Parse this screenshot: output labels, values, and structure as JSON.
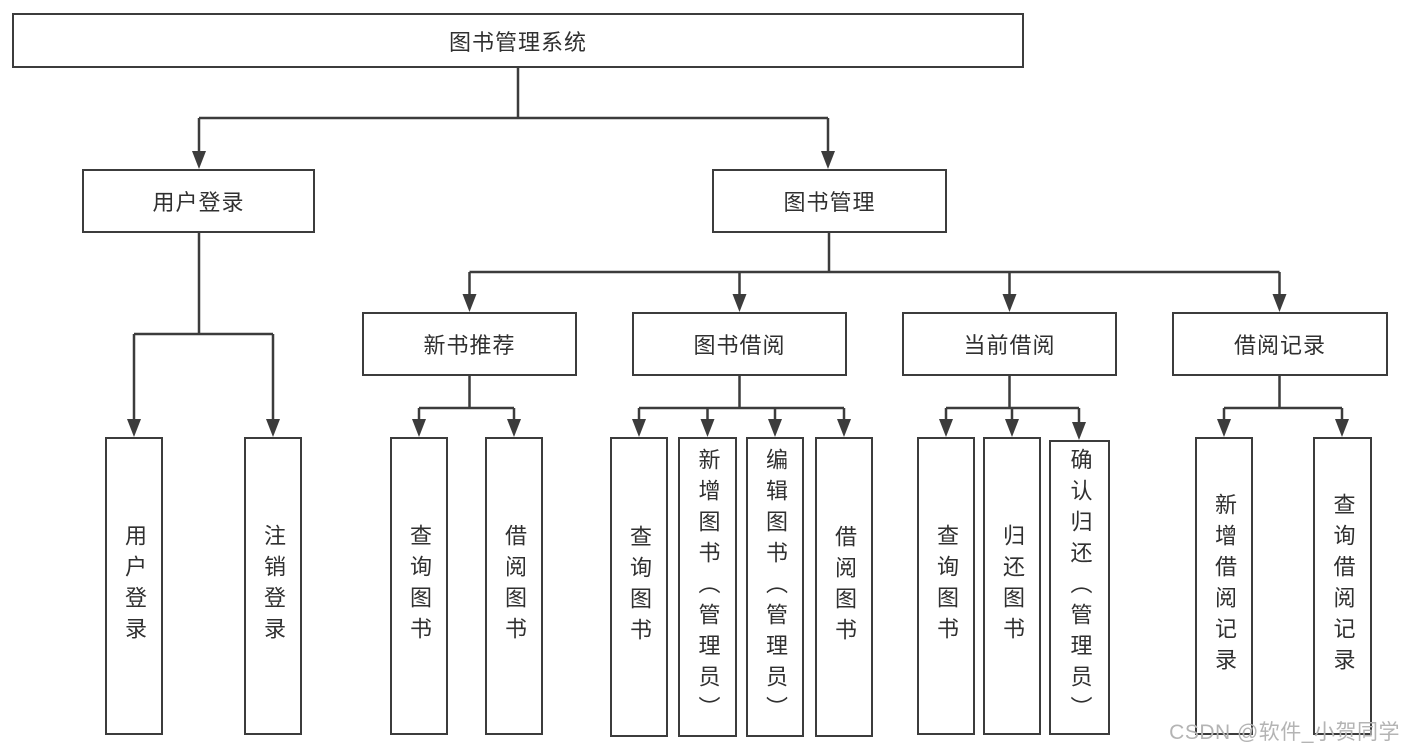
{
  "diagram": {
    "root": {
      "label": "图书管理系统"
    },
    "level2": [
      {
        "id": "user-login",
        "label": "用户登录",
        "parent": "图书管理系统"
      },
      {
        "id": "book-management",
        "label": "图书管理",
        "parent": "图书管理系统"
      }
    ],
    "level3": [
      {
        "id": "new-book-recommend",
        "label": "新书推荐",
        "parent": "图书管理"
      },
      {
        "id": "book-borrow",
        "label": "图书借阅",
        "parent": "图书管理"
      },
      {
        "id": "current-borrow",
        "label": "当前借阅",
        "parent": "图书管理"
      },
      {
        "id": "borrow-records",
        "label": "借阅记录",
        "parent": "图书管理"
      }
    ],
    "leaves": [
      {
        "label": "用户登录",
        "parent": "用户登录"
      },
      {
        "label": "注销登录",
        "parent": "用户登录"
      },
      {
        "label": "查询图书",
        "parent": "新书推荐"
      },
      {
        "label": "借阅图书",
        "parent": "新书推荐"
      },
      {
        "label": "查询图书",
        "parent": "图书借阅"
      },
      {
        "label": "新增图书（管理员）",
        "parent": "图书借阅"
      },
      {
        "label": "编辑图书（管理员）",
        "parent": "图书借阅"
      },
      {
        "label": "借阅图书",
        "parent": "图书借阅"
      },
      {
        "label": "查询图书",
        "parent": "当前借阅"
      },
      {
        "label": "归还图书",
        "parent": "当前借阅"
      },
      {
        "label": "确认归还（管理员）",
        "parent": "当前借阅"
      },
      {
        "label": "新增借阅记录",
        "parent": "借阅记录"
      },
      {
        "label": "查询借阅记录",
        "parent": "借阅记录"
      }
    ]
  },
  "watermark": {
    "text": "CSDN @软件_小贺同学",
    "color": "#b4b4b4"
  },
  "colors": {
    "line": "#3c3c3c",
    "box_border": "#3c3c3c",
    "text": "#303030",
    "background": "#ffffff"
  }
}
